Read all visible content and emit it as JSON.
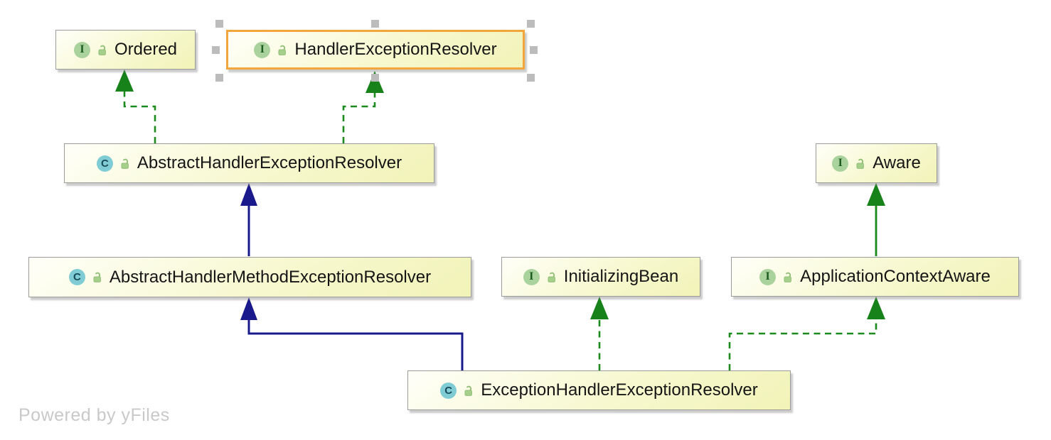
{
  "diagram": {
    "watermark": "Powered by yFiles",
    "colors": {
      "implements_edge_green": "#1d8a1d",
      "extends_class_edge_navy": "#1a1a8c",
      "extends_interface_edge_green": "#178717",
      "node_border": "#9b9b9b",
      "selected_node_border": "#f2a63b",
      "node_fill_top": "#fffff9",
      "node_fill_bottom": "#f1f3b8",
      "interface_icon_bg": "#a9d29c",
      "class_icon_bg": "#7fccd4",
      "selection_handle": "#bcbcbc",
      "watermark_text": "#c9c9c9"
    },
    "nodes": [
      {
        "label": "Ordered",
        "type": "interface",
        "icon_letter": "I",
        "visibility": "public",
        "selected": false
      },
      {
        "label": "HandlerExceptionResolver",
        "type": "interface",
        "icon_letter": "I",
        "visibility": "public",
        "selected": true
      },
      {
        "label": "AbstractHandlerExceptionResolver",
        "type": "class",
        "icon_letter": "C",
        "visibility": "public",
        "selected": false
      },
      {
        "label": "Aware",
        "type": "interface",
        "icon_letter": "I",
        "visibility": "public",
        "selected": false
      },
      {
        "label": "AbstractHandlerMethodExceptionResolver",
        "type": "class",
        "icon_letter": "C",
        "visibility": "public",
        "selected": false
      },
      {
        "label": "InitializingBean",
        "type": "interface",
        "icon_letter": "I",
        "visibility": "public",
        "selected": false
      },
      {
        "label": "ApplicationContextAware",
        "type": "interface",
        "icon_letter": "I",
        "visibility": "public",
        "selected": false
      },
      {
        "label": "ExceptionHandlerExceptionResolver",
        "type": "class",
        "icon_letter": "C",
        "visibility": "public",
        "selected": false
      }
    ],
    "edges": [
      {
        "from": "AbstractHandlerExceptionResolver",
        "to": "Ordered",
        "relation": "implements",
        "style": "dashed-green"
      },
      {
        "from": "AbstractHandlerExceptionResolver",
        "to": "HandlerExceptionResolver",
        "relation": "implements",
        "style": "dashed-green"
      },
      {
        "from": "AbstractHandlerMethodExceptionResolver",
        "to": "AbstractHandlerExceptionResolver",
        "relation": "extends",
        "style": "solid-navy"
      },
      {
        "from": "ExceptionHandlerExceptionResolver",
        "to": "AbstractHandlerMethodExceptionResolver",
        "relation": "extends",
        "style": "solid-navy"
      },
      {
        "from": "ExceptionHandlerExceptionResolver",
        "to": "InitializingBean",
        "relation": "implements",
        "style": "dashed-green"
      },
      {
        "from": "ExceptionHandlerExceptionResolver",
        "to": "ApplicationContextAware",
        "relation": "implements",
        "style": "dashed-green"
      },
      {
        "from": "ApplicationContextAware",
        "to": "Aware",
        "relation": "extends",
        "style": "solid-green"
      }
    ]
  }
}
